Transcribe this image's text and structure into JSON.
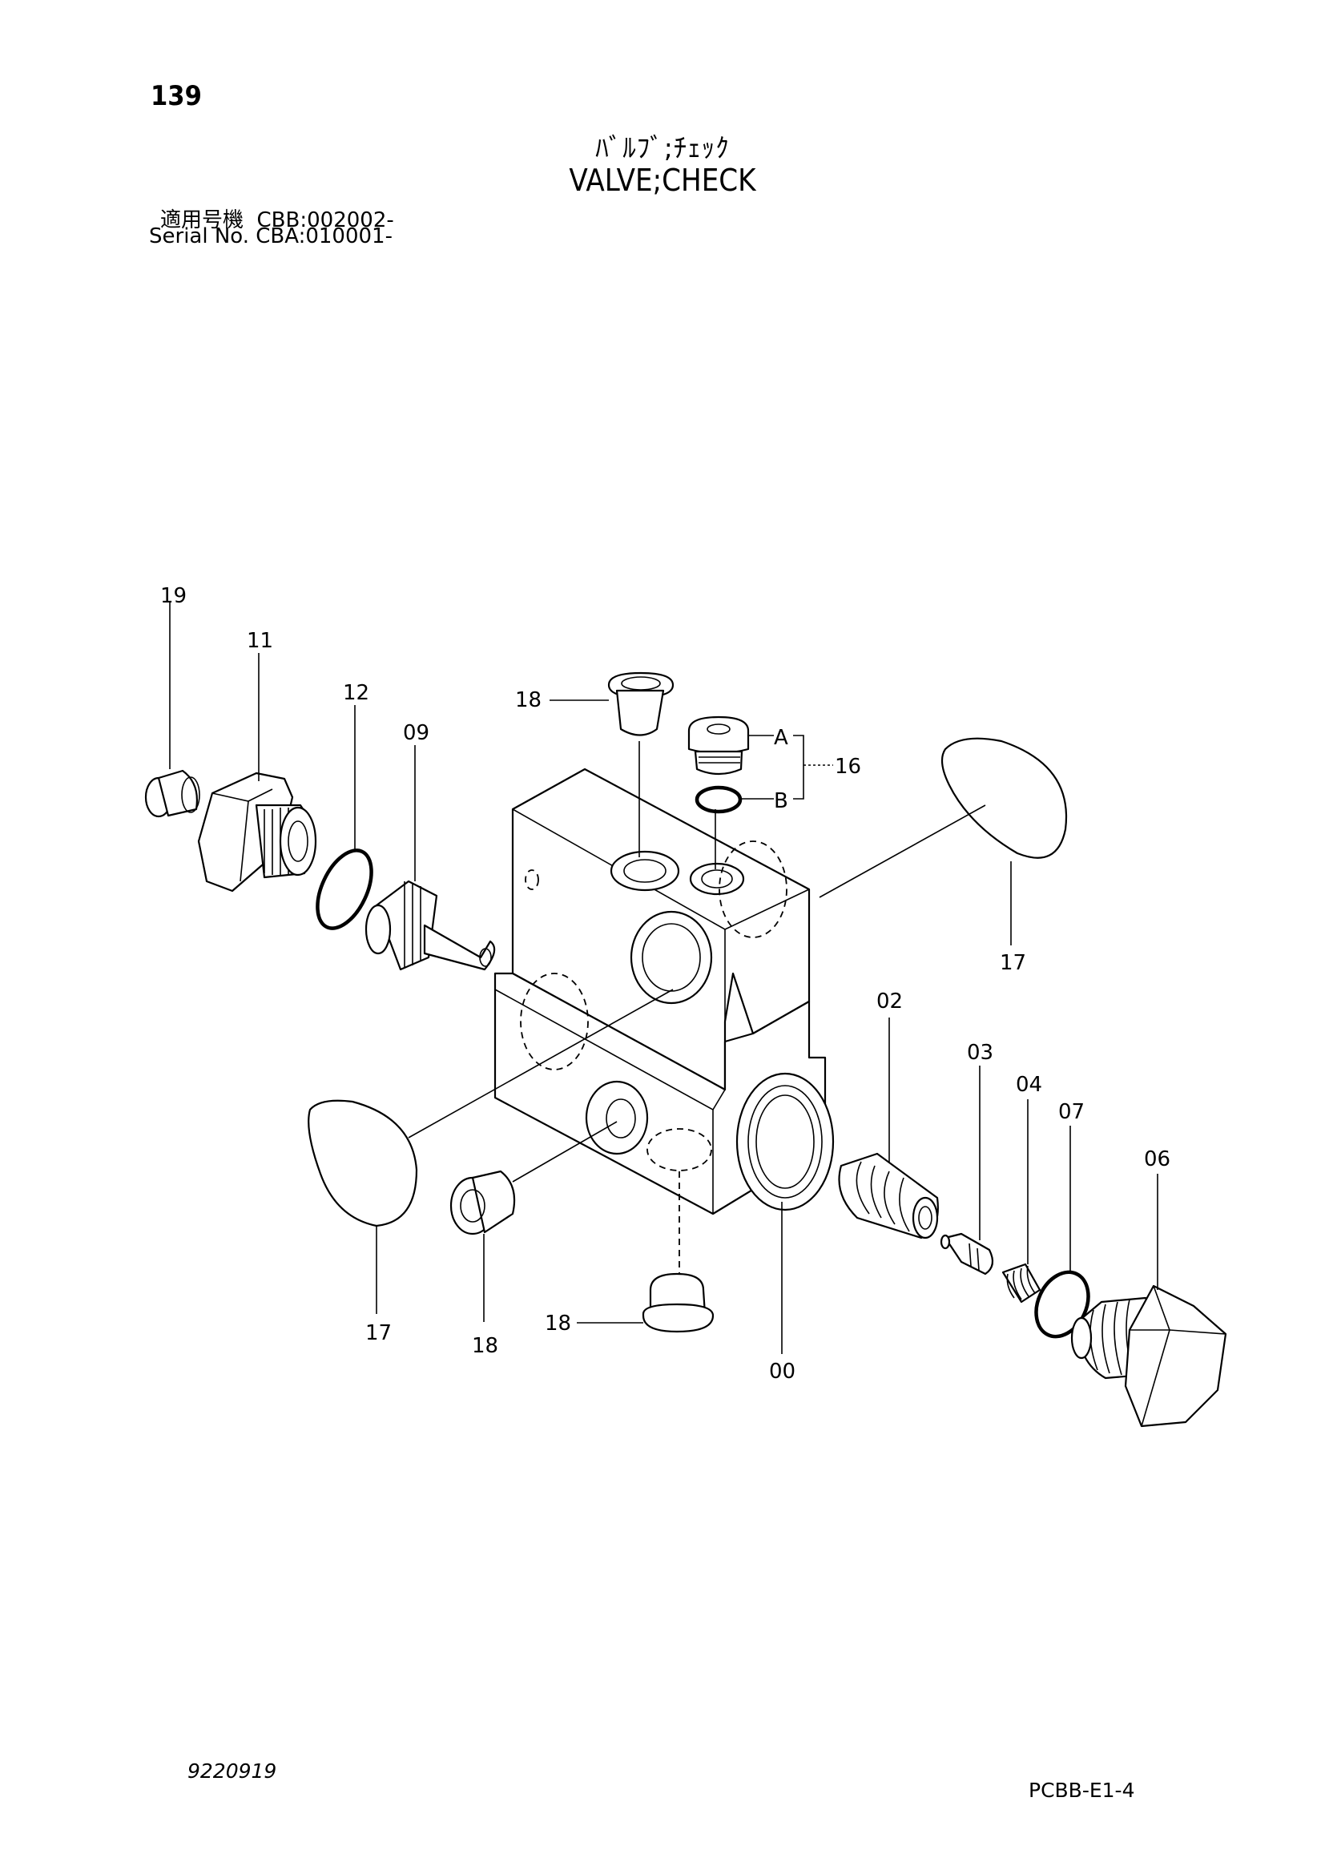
{
  "header": {
    "page_number": "139",
    "title_jp": "ﾊﾞﾙﾌﾞ;ﾁｪｯｸ",
    "title_en": "VALVE;CHECK",
    "serial_line_1": "適用号機  CBB:002002-",
    "serial_line_2": "Serial No. CBA:010001-"
  },
  "footer": {
    "doc_code": "9220919",
    "page_code": "PCBB-E1-4"
  },
  "diagram": {
    "callouts": {
      "c19": "19",
      "c11": "11",
      "c12": "12",
      "c09": "09",
      "c18_top": "18",
      "c_A": "A",
      "c_B": "B",
      "c16": "16",
      "c17_right": "17",
      "c17_left": "17",
      "c18_left": "18",
      "c18_bottom": "18",
      "c00": "00",
      "c02": "02",
      "c03": "03",
      "c04": "04",
      "c07": "07",
      "c06": "06"
    }
  }
}
